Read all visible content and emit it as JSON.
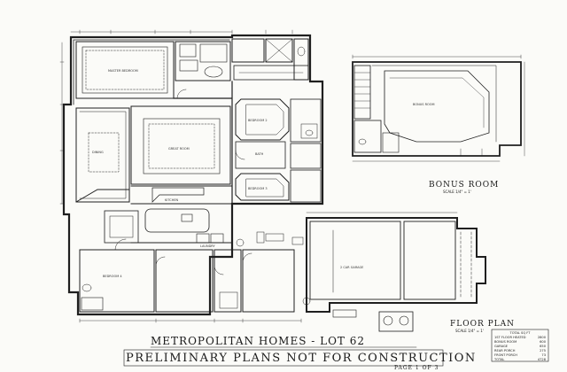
{
  "sheet": {
    "title": "METROPOLITAN HOMES  -  LOT 62",
    "subtitle": "PRELIMINARY PLANS NOT FOR CONSTRUCTION",
    "page": "PAGE 1 OF 3"
  },
  "bonus_room": {
    "title": "BONUS ROOM",
    "scale": "SCALE 1/4\" = 1'",
    "room_label": "BONUS ROOM"
  },
  "floor_plan": {
    "title": "FLOOR PLAN",
    "scale": "SCALE 1/4\" = 1'",
    "rooms": {
      "master": "MASTER BEDROOM",
      "great": "GREAT ROOM",
      "kitchen": "KITCHEN",
      "dining": "DINING",
      "bed2": "BEDROOM 2",
      "bed3": "BEDROOM 3",
      "bed4": "BEDROOM 4",
      "garage": "2 CAR GARAGE",
      "bath": "BATH",
      "laundry": "LAUNDRY"
    }
  },
  "sqft_table": {
    "header": "TOTAL SQ FT",
    "rows": [
      {
        "label": "1ST FLOOR HEATED",
        "value": "2800"
      },
      {
        "label": "BONUS ROOM",
        "value": "600"
      },
      {
        "label": "GARAGE",
        "value": "650"
      },
      {
        "label": "REAR PORCH",
        "value": "275"
      },
      {
        "label": "FRONT PORCH",
        "value": "73"
      },
      {
        "label": "TOTAL",
        "value": "4728"
      }
    ]
  }
}
